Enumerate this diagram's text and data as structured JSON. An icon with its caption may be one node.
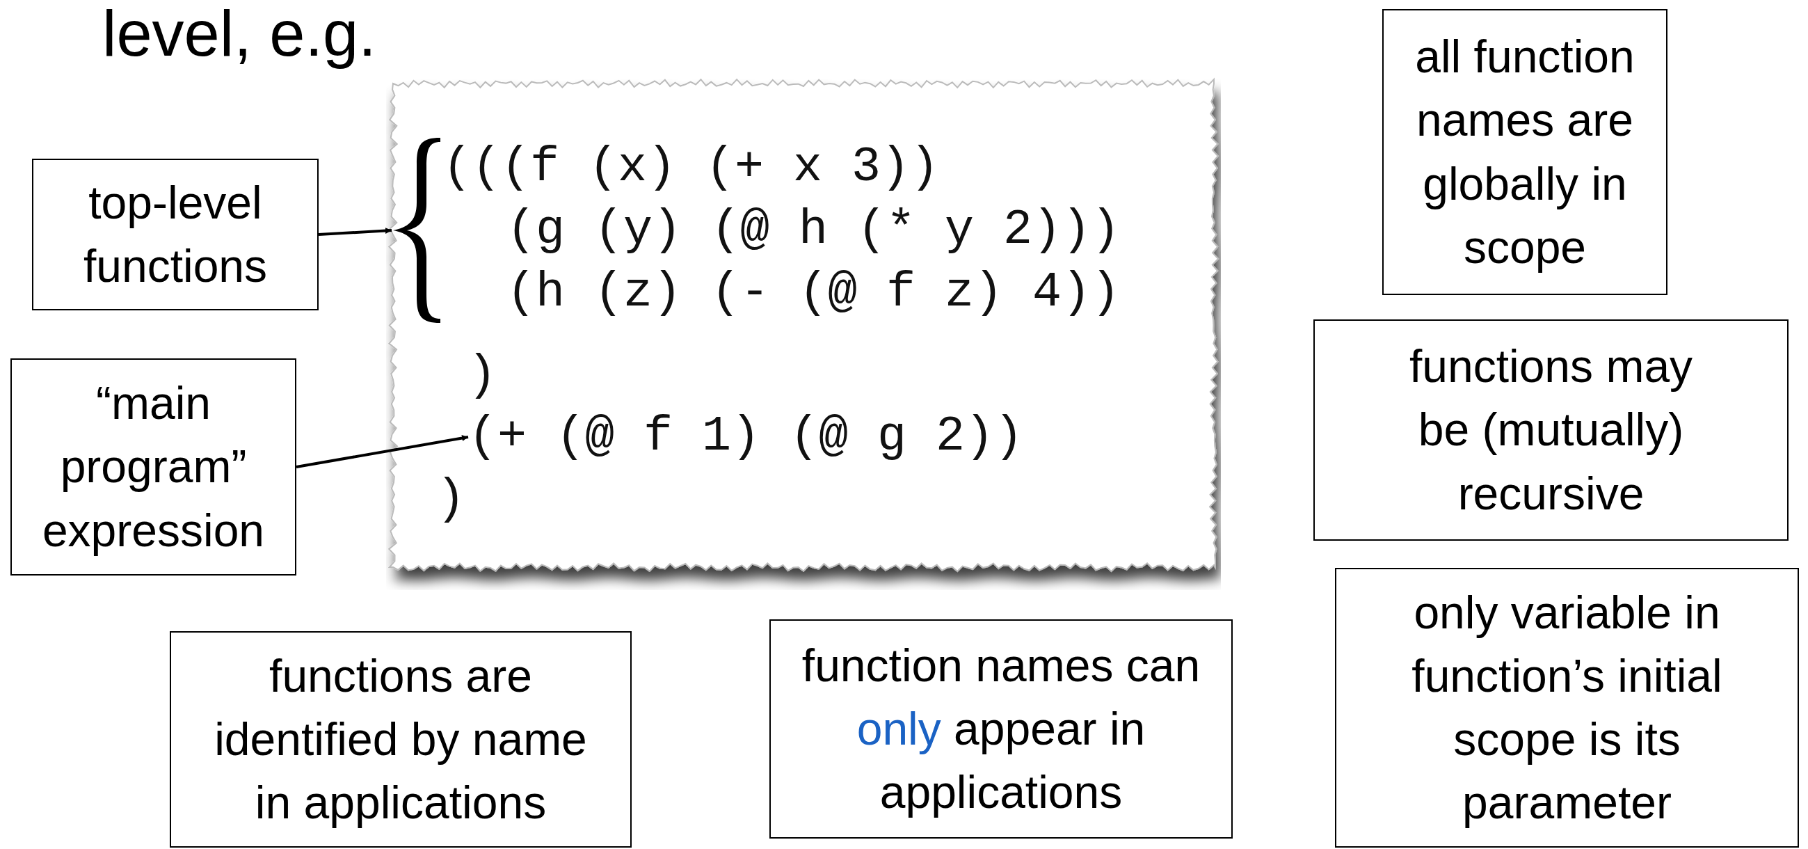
{
  "diagram": {
    "nodes": [
      {
        "text": [
          "top-level functions"
        ]
      },
      {
        "text": [
          "“main program” expression"
        ]
      },
      {
        "text": [],
        "shape": "box"
      },
      {
        "text": [
          "(((f (x) (+ x 3))",
          "(g (y) (@ h (* y 2)))",
          "(h (z) (- (@ f z) 4))"
        ],
        "in": 2
      },
      {
        "text": [
          "(+ (@ f 1) (@ g 2))"
        ],
        "in": 2
      },
      {
        "text": [
          "all function names are globally in scope"
        ]
      },
      {
        "text": [
          "functions may be (mutually) recursive"
        ]
      },
      {
        "text": [
          "only variable in function’s initial scope is its parameter"
        ]
      },
      {
        "text": [
          "functions are identified by name in applications"
        ]
      },
      {
        "text": [
          "function names can *only* appear in applications"
        ]
      }
    ],
    "edges": [
      {
        "from": 0,
        "to": 3,
        "arrow": "to"
      },
      {
        "from": 1,
        "to": 4,
        "arrow": "to"
      }
    ],
    "labels": [
      "level, e.g.",
      ")",
      ")"
    ]
  }
}
